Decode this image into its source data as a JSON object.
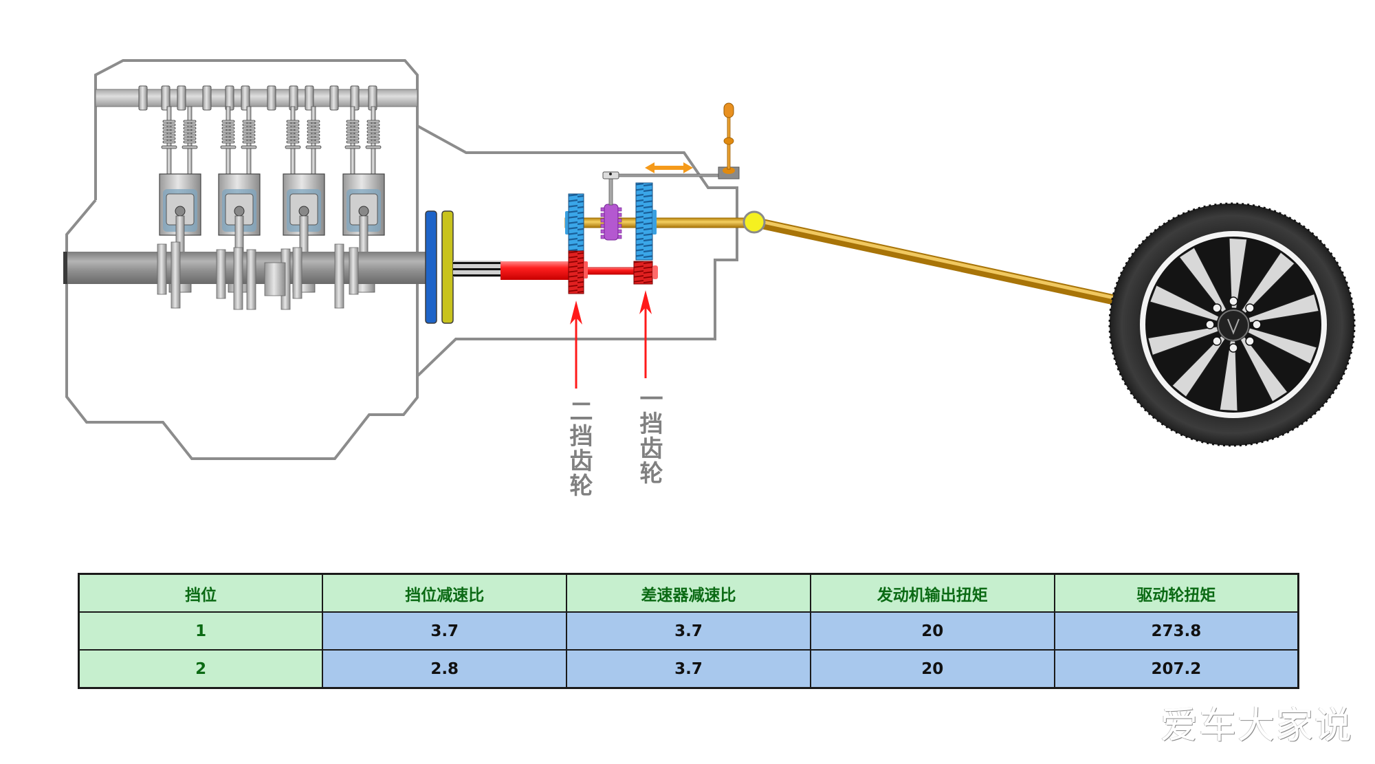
{
  "diagram": {
    "title": "Engine - clutch - gearbox - drive wheel power flow",
    "labels": {
      "second_gear": "二挡齿轮",
      "first_gear": "一挡齿轮"
    },
    "components": [
      "engine-camshaft",
      "valve-springs",
      "pistons",
      "crankshaft",
      "clutch-disc-blue",
      "clutch-disc-yellow",
      "input-shaft",
      "second-gear",
      "first-gear",
      "synchronizer",
      "shift-fork",
      "shift-lever",
      "output-shaft",
      "universal-joint",
      "drive-shaft",
      "drive-wheel"
    ],
    "colors": {
      "housing_outline": "#8c8c8c",
      "clutch_blue": "#1e64c8",
      "clutch_yellow": "#c8c31e",
      "input_shaft": "#e01818",
      "gear_blue": "#3aa0e0",
      "gear_red": "#d81c1c",
      "synchronizer": "#b458d0",
      "output_shaft": "#d8a830",
      "joint": "#f0f020",
      "arrow": "#ff1a1a",
      "shift_arrow": "#f59a1a"
    }
  },
  "table": {
    "headers": [
      "挡位",
      "挡位减速比",
      "差速器减速比",
      "发动机输出扭矩",
      "驱动轮扭矩"
    ],
    "rows": [
      [
        "1",
        "3.7",
        "3.7",
        "20",
        "273.8"
      ],
      [
        "2",
        "2.8",
        "3.7",
        "20",
        "207.2"
      ]
    ]
  },
  "watermark": "爱车大家说"
}
